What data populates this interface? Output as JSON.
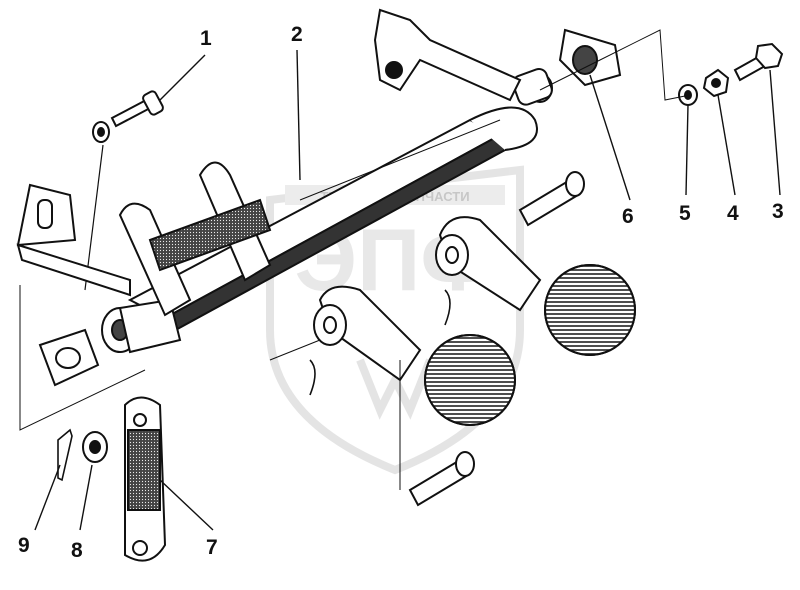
{
  "watermark": {
    "banner": "ТЕХНИКА И ЗАПЧАСТИ",
    "letters": "ЭПФ",
    "color": "#d2d2d2"
  },
  "callouts": [
    {
      "id": "1",
      "label": "1"
    },
    {
      "id": "2",
      "label": "2"
    },
    {
      "id": "3",
      "label": "3"
    },
    {
      "id": "4",
      "label": "4"
    },
    {
      "id": "5",
      "label": "5"
    },
    {
      "id": "6",
      "label": "6"
    },
    {
      "id": "7",
      "label": "7"
    },
    {
      "id": "8",
      "label": "8"
    },
    {
      "id": "9",
      "label": "9"
    }
  ],
  "colors": {
    "ink": "#111111",
    "paper": "#ffffff",
    "shade": "#555555"
  }
}
